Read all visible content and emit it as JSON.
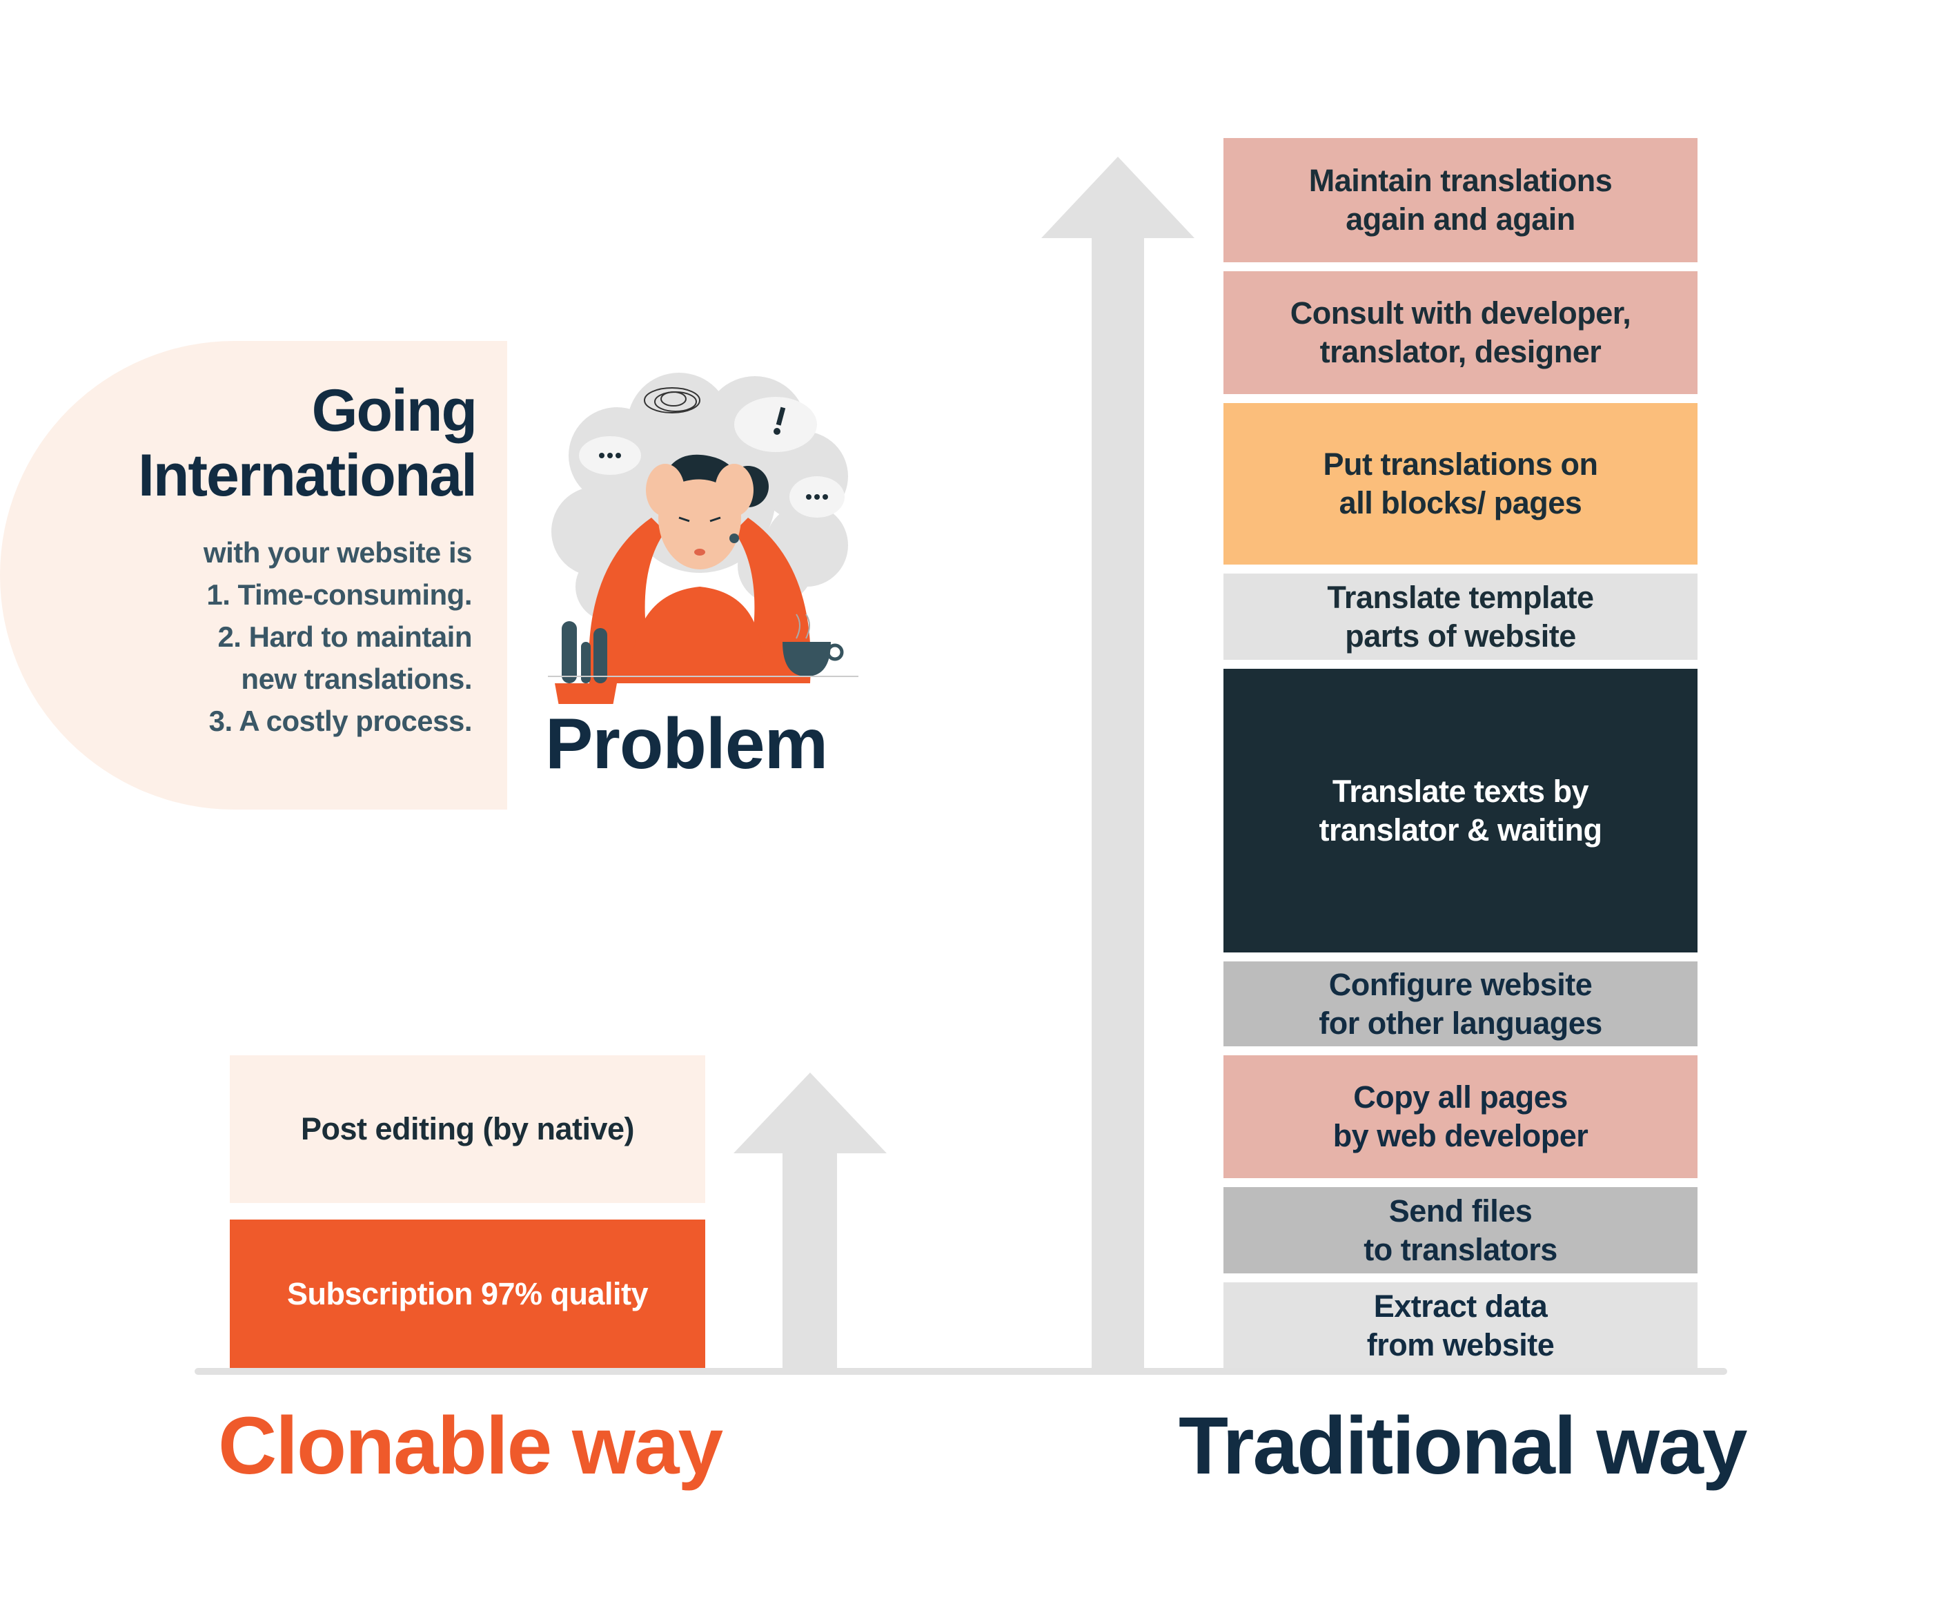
{
  "intro": {
    "title_lines": [
      "Going",
      "International"
    ],
    "subtitle_lines": [
      "with your website is",
      "1. Time-consuming.",
      "2. Hard to maintain",
      "new translations.",
      "3. A costly process."
    ],
    "illustration": "stressed-woman-illustration",
    "problem_label": "Problem"
  },
  "clonable": {
    "label": "Clonable way",
    "label_color": "#ef5a2b",
    "steps": [
      {
        "text": "Post editing (by native)",
        "bg": "#fdf0e8",
        "fg": "#1b2e38"
      },
      {
        "text": "Subscription 97% quality",
        "bg": "#ef5a2b",
        "fg": "#ffffff"
      }
    ]
  },
  "traditional": {
    "label": "Traditional way",
    "label_color": "#122c42",
    "steps": [
      {
        "lines": [
          "Maintain translations",
          "again and again"
        ],
        "bg": "#e6b3a9",
        "fg": "#1b2e38"
      },
      {
        "lines": [
          "Consult with developer,",
          "translator, designer"
        ],
        "bg": "#e6b3a9",
        "fg": "#1b2e38"
      },
      {
        "lines": [
          "Put translations on",
          "all blocks/ pages"
        ],
        "bg": "#fbbe7b",
        "fg": "#1b2e38"
      },
      {
        "lines": [
          "Translate template",
          "parts of website"
        ],
        "bg": "#e2e2e2",
        "fg": "#1b2e38"
      },
      {
        "lines": [
          "Translate texts by",
          "translator & waiting"
        ],
        "bg": "#1b2d36",
        "fg": "#ffffff"
      },
      {
        "lines": [
          "Configure website",
          "for other languages"
        ],
        "bg": "#bcbcbc",
        "fg": "#122c42"
      },
      {
        "lines": [
          "Copy all pages",
          "by web developer"
        ],
        "bg": "#e6b3a9",
        "fg": "#122c42"
      },
      {
        "lines": [
          "Send files",
          "to translators"
        ],
        "bg": "#bcbcbc",
        "fg": "#122c42"
      },
      {
        "lines": [
          "Extract data",
          "from website"
        ],
        "bg": "#e2e2e2",
        "fg": "#122c42"
      }
    ]
  },
  "colors": {
    "arrow": "#e1e1e1",
    "navy": "#122c42",
    "orange": "#ef5a2b"
  }
}
